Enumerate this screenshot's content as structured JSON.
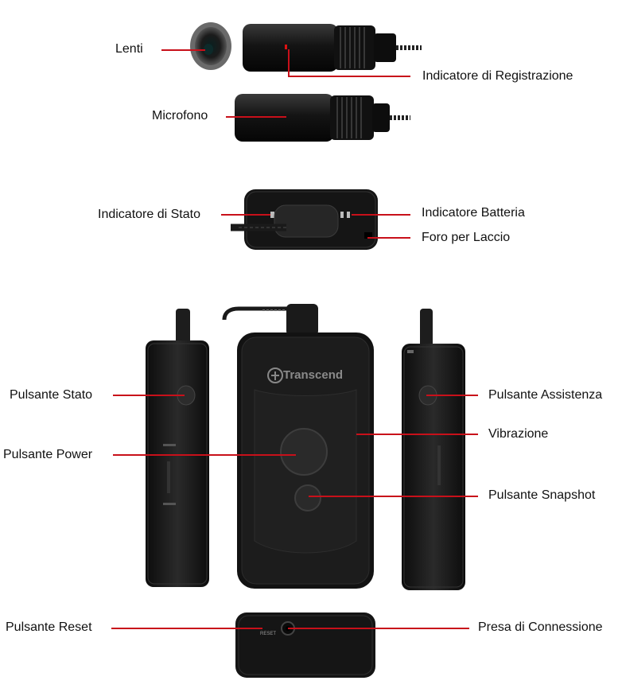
{
  "labels": {
    "lens": "Lenti",
    "rec_indicator": "Indicatore di Registrazione",
    "microphone": "Microfono",
    "status_indicator": "Indicatore di Stato",
    "battery_indicator": "Indicatore Batteria",
    "strap_hole": "Foro per Laccio",
    "status_button": "Pulsante Stato",
    "assist_button": "Pulsante Assistenza",
    "vibration": "Vibrazione",
    "power_button": "Pulsante Power",
    "snapshot_button": "Pulsante Snapshot",
    "reset_button": "Pulsante Reset",
    "connection_jack": "Presa di Connessione"
  },
  "device": {
    "brand": "Transcend",
    "reset_text": "RESET"
  },
  "colors": {
    "leader_line": "#c8101a",
    "device_body": "#141414",
    "device_edge": "#2e2e2e"
  }
}
